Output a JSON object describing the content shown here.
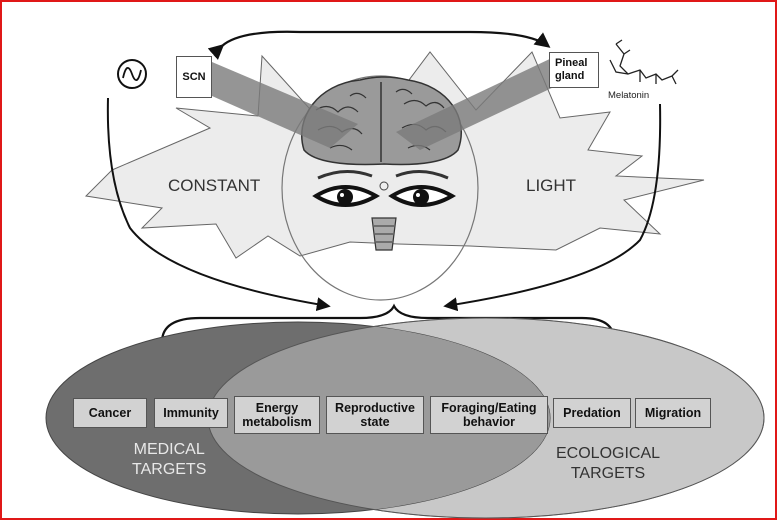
{
  "labels": {
    "scn": "SCN",
    "pineal": "Pineal gland",
    "melatonin": "Melatonin",
    "constant": "CONSTANT",
    "light": "LIGHT",
    "medical_line1": "MEDICAL",
    "medical_line2": "TARGETS",
    "ecological_line1": "ECOLOGICAL",
    "ecological_line2": "TARGETS"
  },
  "targets": [
    {
      "id": "cancer",
      "label": "Cancer"
    },
    {
      "id": "immunity",
      "label": "Immunity"
    },
    {
      "id": "energy",
      "label": "Energy metabolism"
    },
    {
      "id": "reproductive",
      "label": "Reproductive state"
    },
    {
      "id": "foraging",
      "label": "Foraging/Eating behavior"
    },
    {
      "id": "predation",
      "label": "Predation"
    },
    {
      "id": "migration",
      "label": "Migration"
    }
  ],
  "colors": {
    "frame": "#e01818",
    "medical_ellipse": "#6e6e6e",
    "ecological_ellipse": "#c8c8c8",
    "burst": "#ececec",
    "box": "#d2d2d2"
  }
}
